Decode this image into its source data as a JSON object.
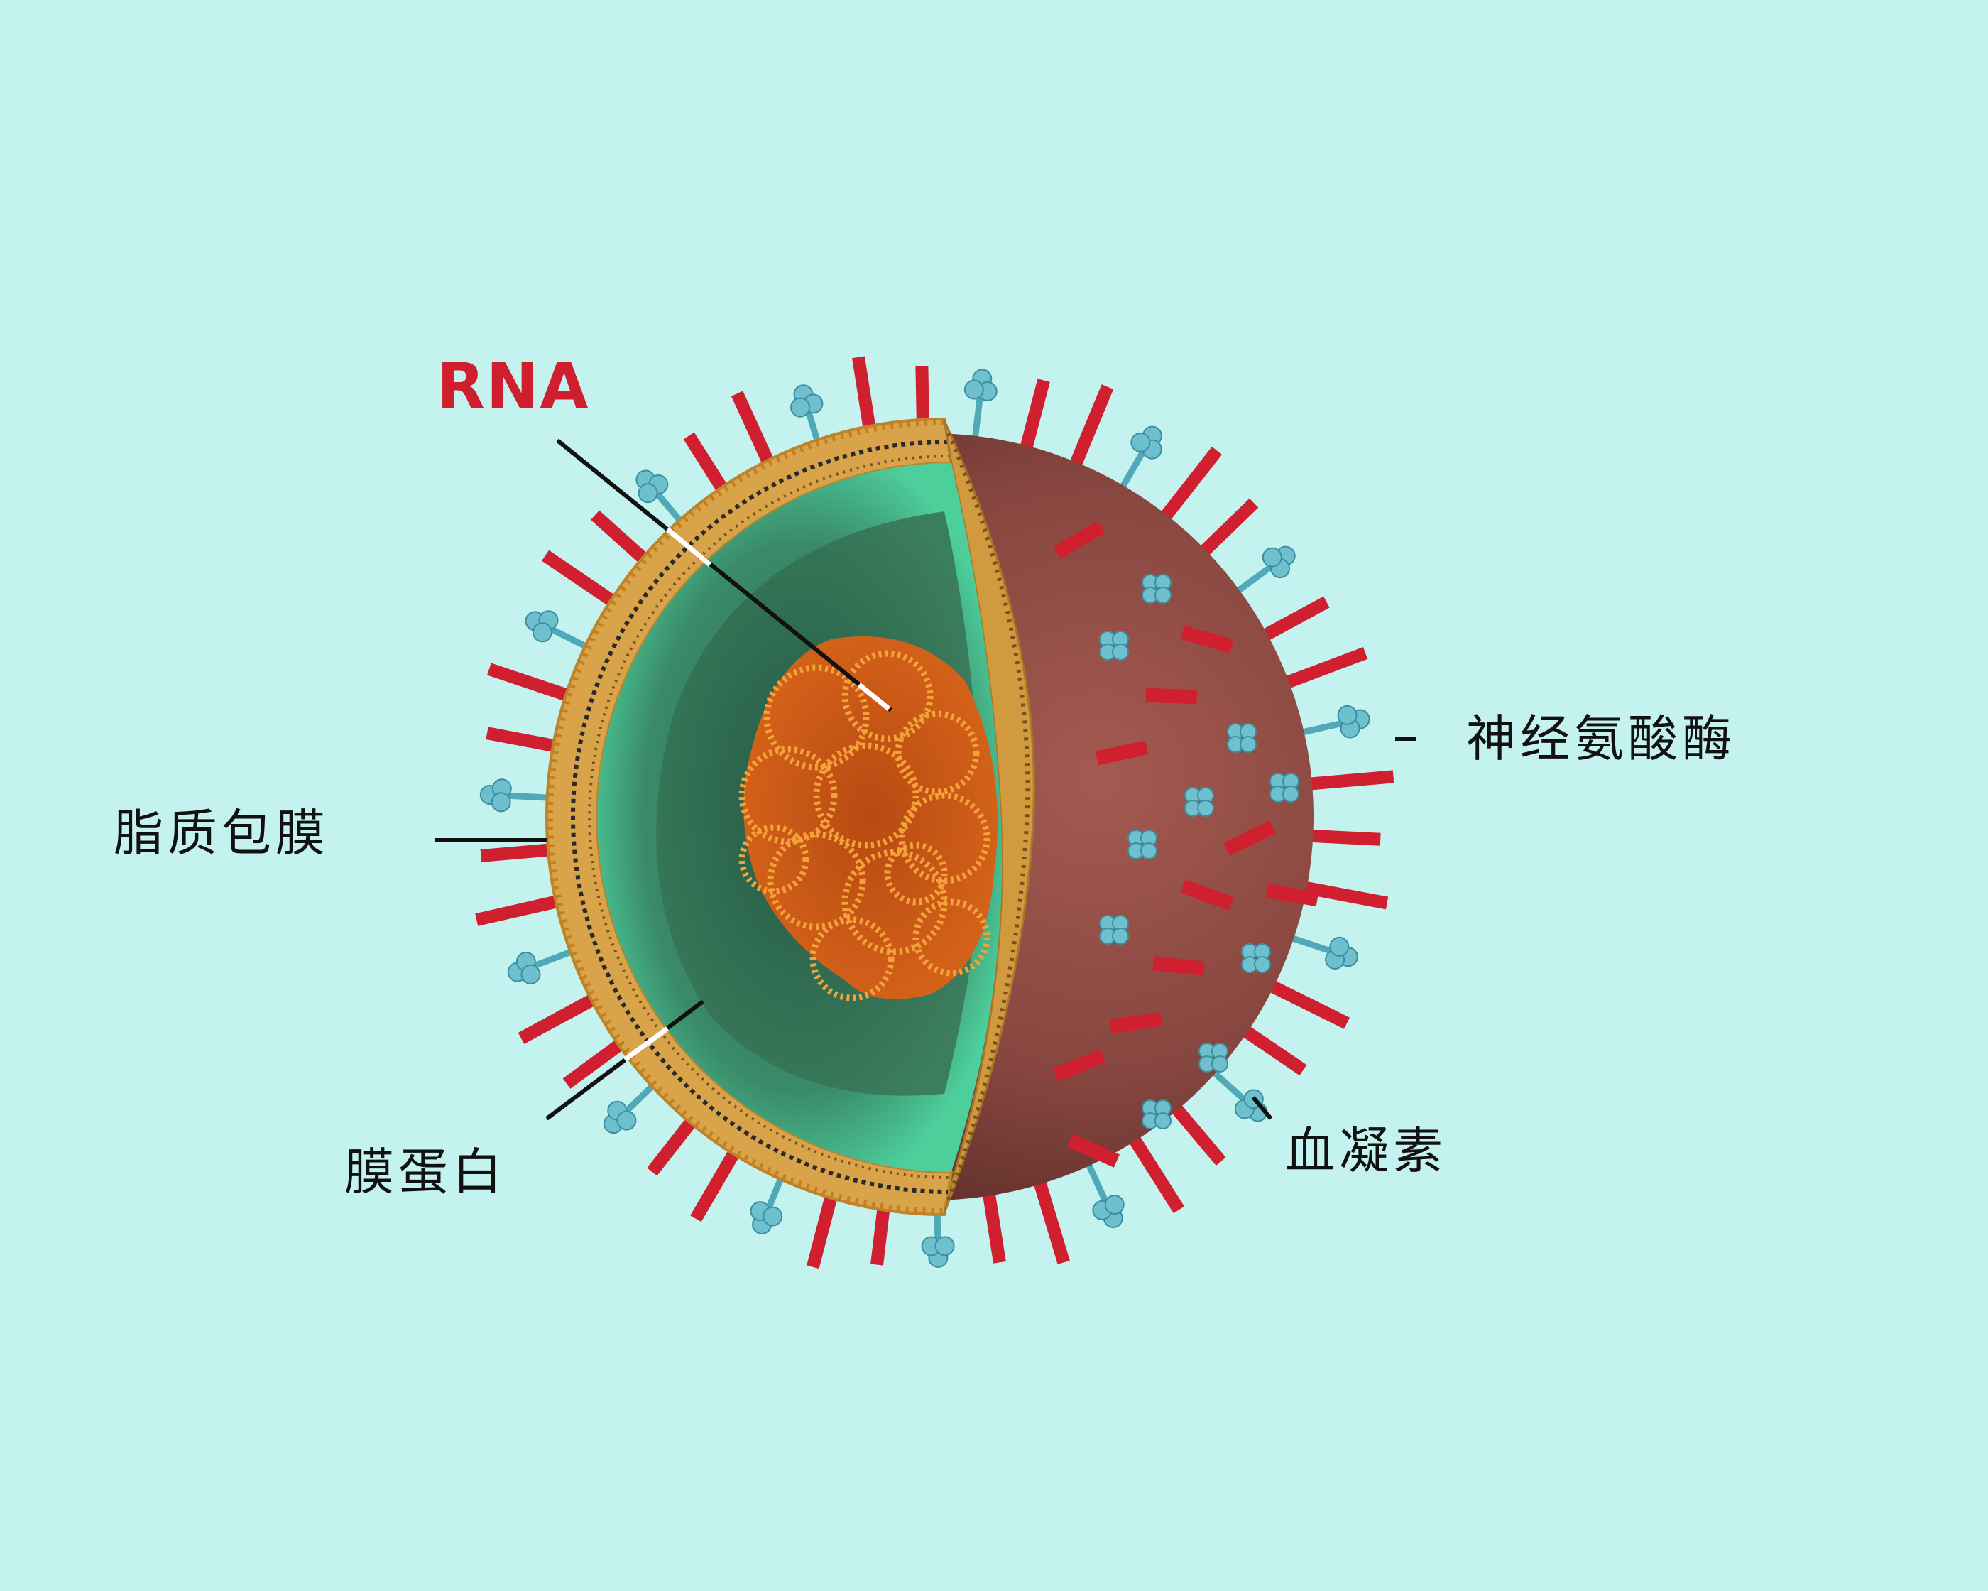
{
  "labels": {
    "rna": "RNA",
    "neuraminidase": "神经氨酸酶",
    "lipid_envelope": "脂质包膜",
    "hemagglutinin": "血凝素",
    "membrane_protein": "膜蛋白"
  },
  "colors": {
    "background": "#c4f3ef",
    "rna_label": "#cf1f2f",
    "hemagglutinin_spike": "#d0202f",
    "neuraminidase_knob": "#6fc0cf",
    "envelope_gold": "#d9a34a",
    "matrix_green": "#3fbf8f",
    "core_dark_green": "#2d6e52",
    "rna_orange": "#e8761a",
    "outer_surface": "#8a4a42"
  }
}
